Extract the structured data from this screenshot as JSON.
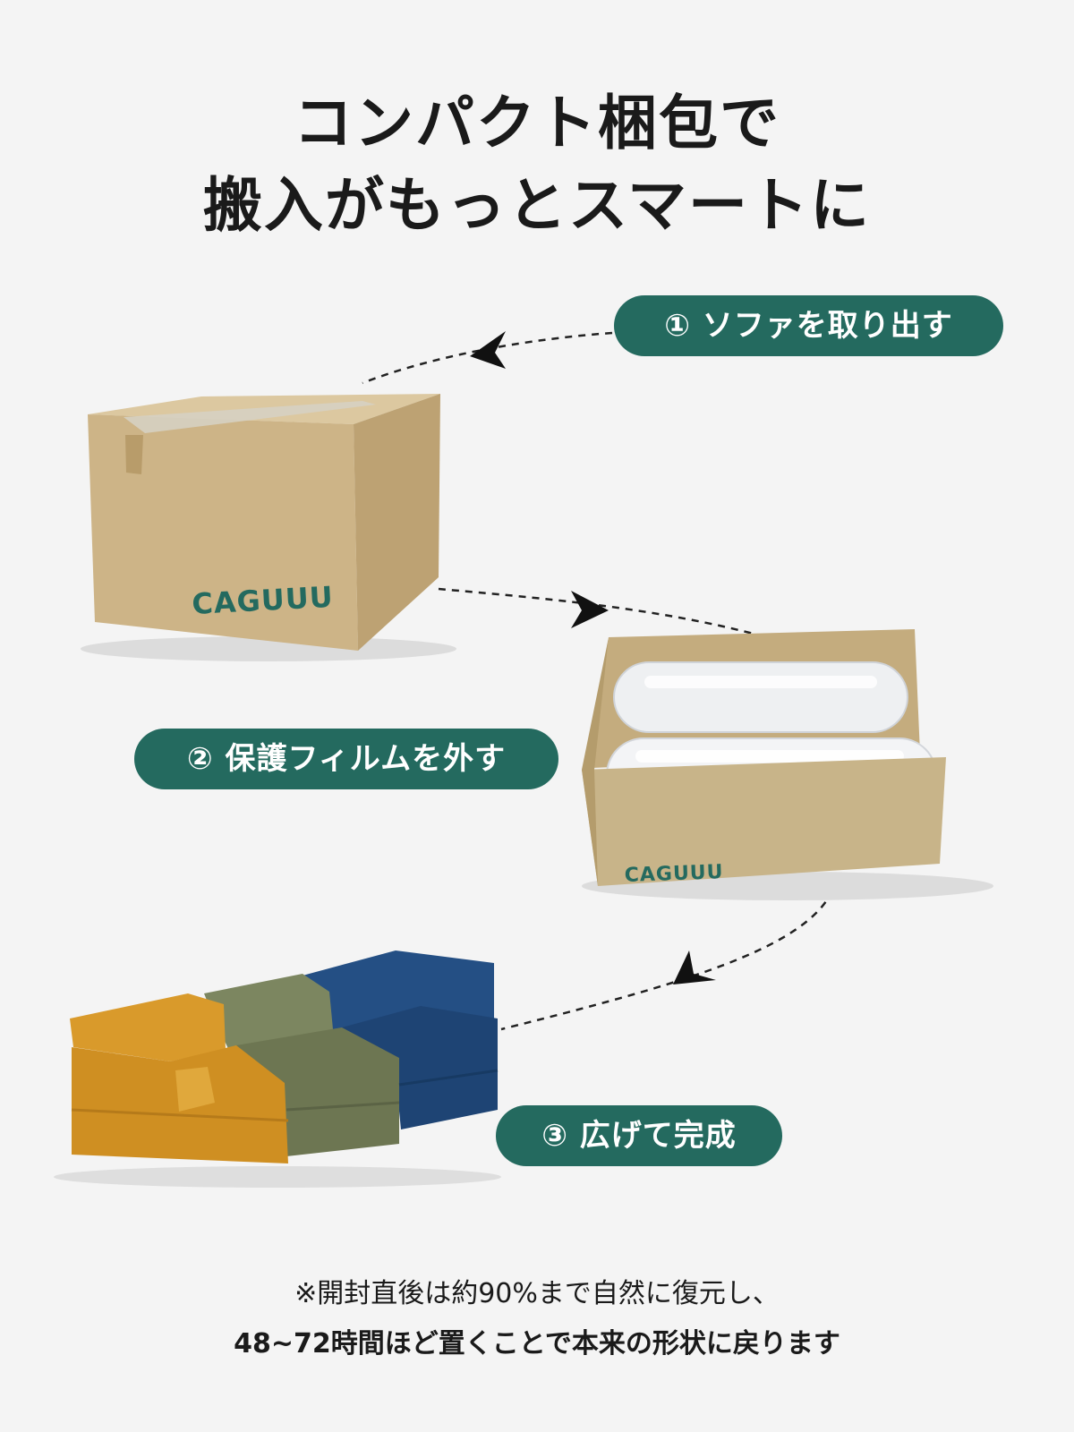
{
  "headline": {
    "line1": "コンパクト梱包で",
    "line2": "搬入がもっとスマートに"
  },
  "steps": [
    {
      "label": "① ソファを取り出す"
    },
    {
      "label": "② 保護フィルムを外す"
    },
    {
      "label": "③ 広げて完成"
    }
  ],
  "box": {
    "brand": "CAGUUU",
    "color": "#d4bc8f"
  },
  "sofa": {
    "colors": [
      "#d99a2b",
      "#7c8660",
      "#244f84"
    ]
  },
  "note": {
    "line1": "※開封直後は約90%まで自然に復元し、",
    "line2": "48~72時間ほど置くことで本来の形状に戻ります"
  },
  "accent_color": "#246a5f"
}
